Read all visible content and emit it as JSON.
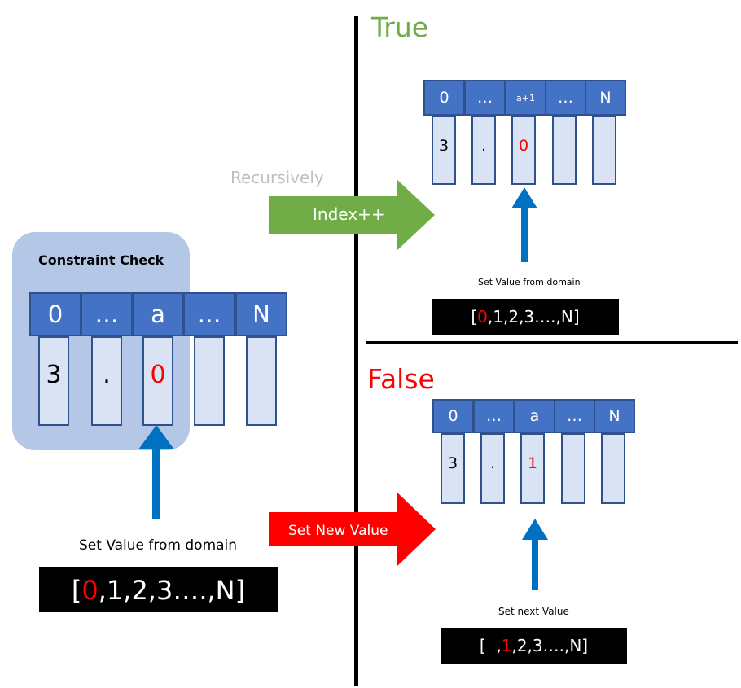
{
  "colors": {
    "header_fill": "#4472c4",
    "header_border": "#2f528f",
    "cell_fill": "#dae3f3",
    "highlight": "#ff0000",
    "true_green": "#70ad47",
    "arrow_blue": "#0070c0",
    "constraint_bg": "#b4c7e7"
  },
  "left": {
    "constraint_label": "Constraint Check",
    "headers": [
      "0",
      "…",
      "a",
      "…",
      "N"
    ],
    "values": [
      "3",
      ".",
      "0",
      "",
      ""
    ],
    "set_label": "Set Value from domain",
    "domain_first": "0",
    "domain_rest": ",1,2,3….,N]",
    "domain_open": "["
  },
  "arrows": {
    "recursively_label": "Recursively",
    "index_label": "Index++",
    "set_new_label": "Set New Value"
  },
  "true_branch": {
    "title": "True",
    "headers": [
      "0",
      "…",
      "a+1",
      "…",
      "N"
    ],
    "values": [
      "3",
      ".",
      "0",
      "",
      ""
    ],
    "set_label": "Set Value from domain",
    "domain_open": "[",
    "domain_first": "0",
    "domain_rest": ",1,2,3….,N]"
  },
  "false_branch": {
    "title": "False",
    "headers": [
      "0",
      "…",
      "a",
      "…",
      "N"
    ],
    "values": [
      "3",
      ".",
      "1",
      "",
      ""
    ],
    "set_label": "Set next Value",
    "domain_open": "[  ,",
    "domain_first": "1",
    "domain_rest": ",2,3….,N]"
  }
}
